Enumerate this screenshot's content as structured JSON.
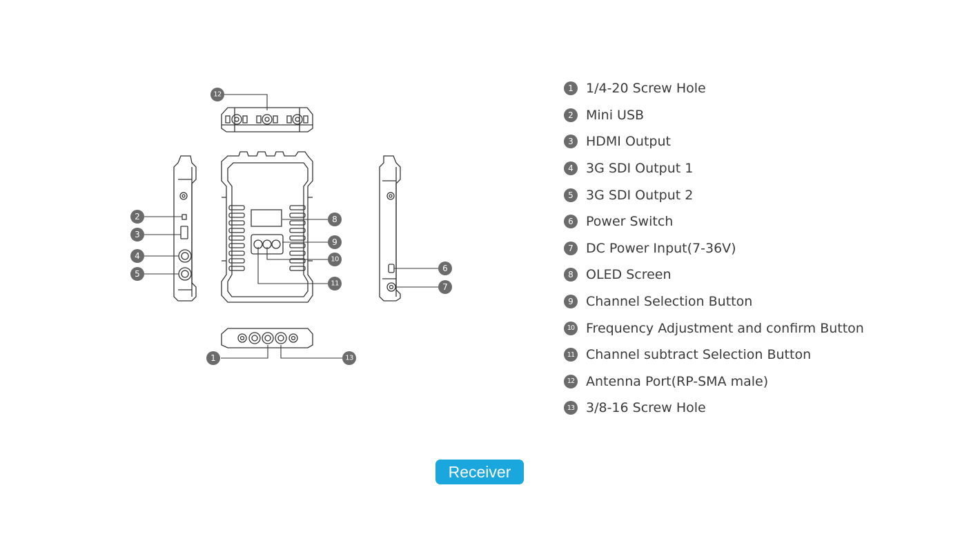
{
  "legend": {
    "items": [
      {
        "num": "1",
        "label": "1/4-20 Screw Hole"
      },
      {
        "num": "2",
        "label": "Mini USB"
      },
      {
        "num": "3",
        "label": "HDMI Output"
      },
      {
        "num": "4",
        "label": "3G SDI Output 1"
      },
      {
        "num": "5",
        "label": "3G SDI Output 2"
      },
      {
        "num": "6",
        "label": "Power Switch"
      },
      {
        "num": "7",
        "label": "DC Power Input(7-36V)"
      },
      {
        "num": "8",
        "label": "OLED Screen"
      },
      {
        "num": "9",
        "label": "Channel Selection Button"
      },
      {
        "num": "10",
        "label": "Frequency Adjustment and confirm Button"
      },
      {
        "num": "11",
        "label": "Channel subtract Selection Button"
      },
      {
        "num": "12",
        "label": "Antenna Port(RP-SMA male)"
      },
      {
        "num": "13",
        "label": "3/8-16 Screw Hole"
      }
    ]
  },
  "callouts": [
    "1",
    "2",
    "3",
    "4",
    "5",
    "6",
    "7",
    "8",
    "9",
    "10",
    "11",
    "12",
    "13"
  ],
  "badge": {
    "label": "Receiver"
  },
  "colors": {
    "line": "#333333",
    "callout": "#6b6b6b",
    "badge": "#19a7dd",
    "text": "#3a3a3a"
  }
}
